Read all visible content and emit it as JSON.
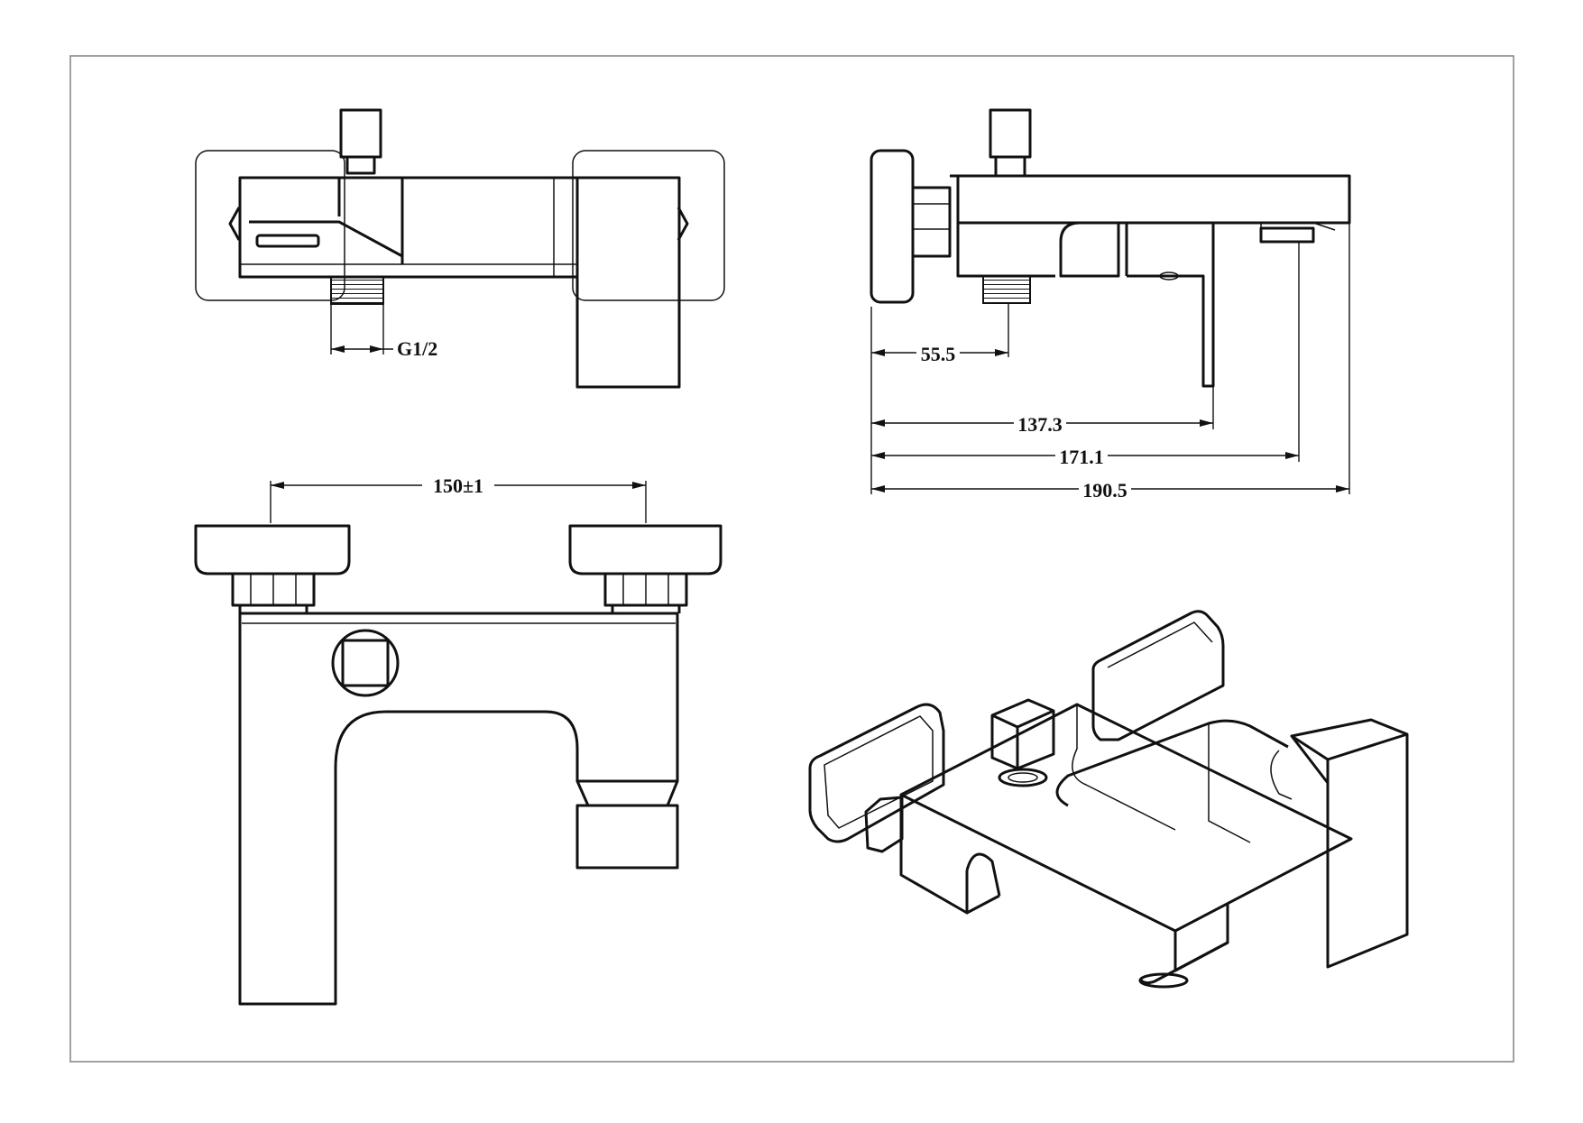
{
  "dimensions": {
    "thread": "G1/2",
    "spacing": "150±1",
    "inlet_offset": "55.5",
    "lever_reach": "137.3",
    "spout_reach": "171.1",
    "overall_length": "190.5"
  }
}
